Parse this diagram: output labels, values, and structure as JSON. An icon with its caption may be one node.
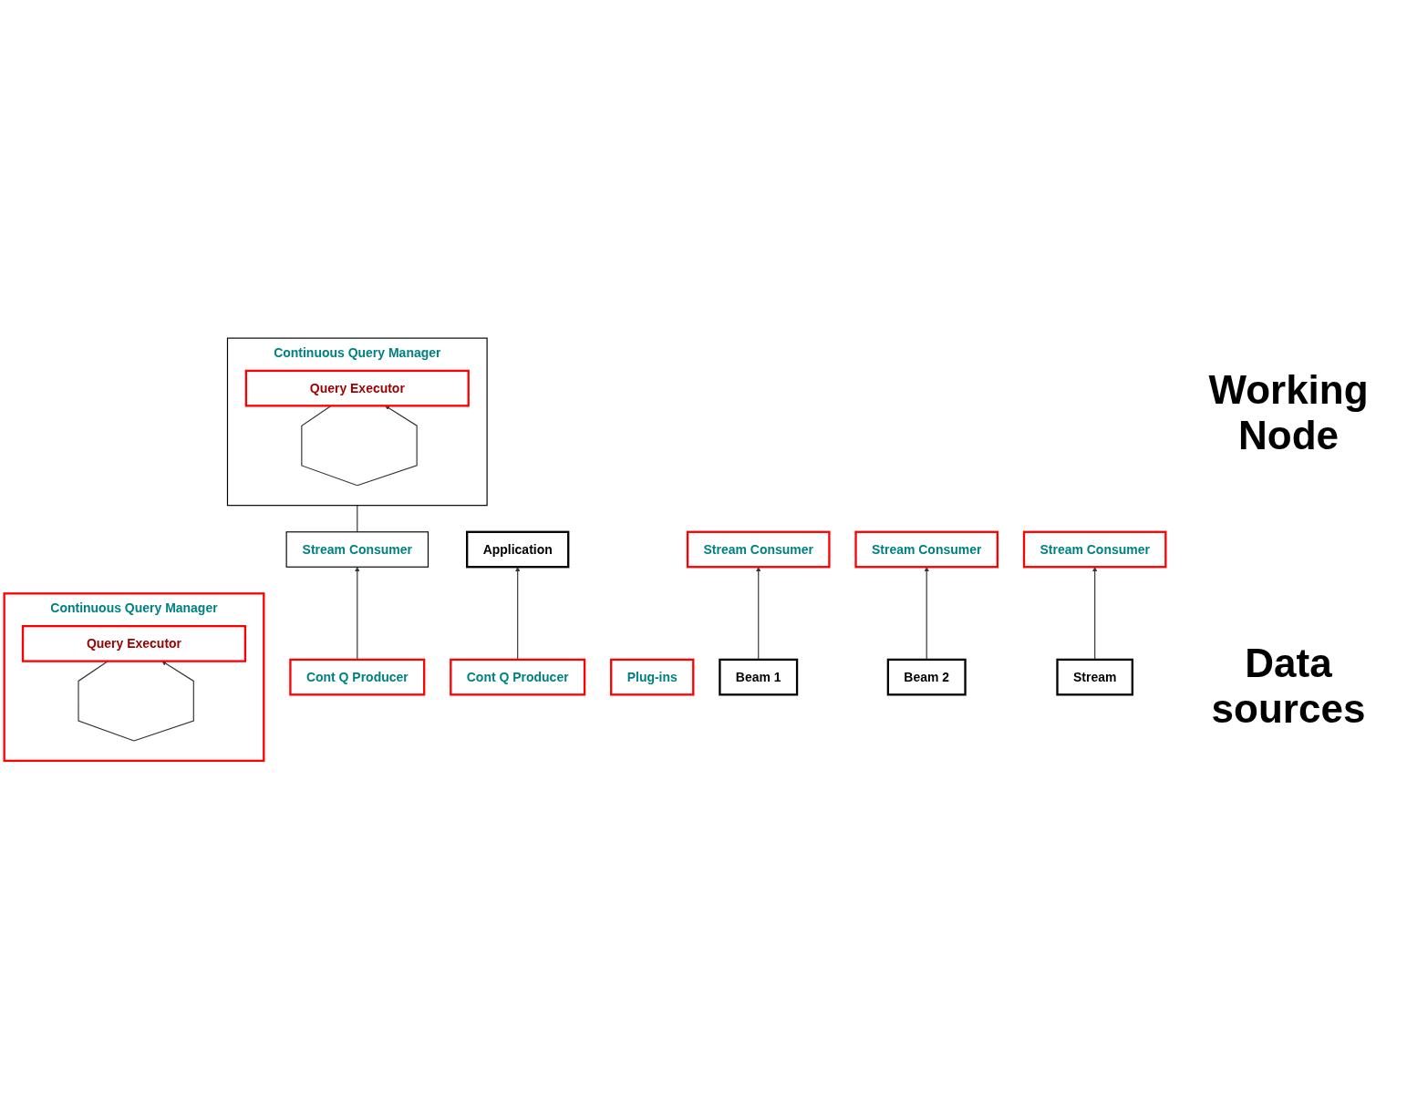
{
  "diagram": {
    "nodes": [
      {
        "text": [
          "Continuous Query Manager"
        ]
      },
      {
        "text": [
          "Query Executor"
        ],
        "in": 0
      },
      {
        "text": [
          "Stream Consumer"
        ]
      },
      {
        "text": [
          "Application"
        ]
      },
      {
        "text": [
          "Cont Q Producer"
        ]
      },
      {
        "text": [
          "Cont Q Producer"
        ]
      },
      {
        "text": [
          "Continuous Query Manager"
        ]
      },
      {
        "text": [
          "Query Executor"
        ],
        "in": 6
      },
      {
        "text": [
          "Plug-ins"
        ]
      },
      {
        "text": [
          "Stream Consumer"
        ]
      },
      {
        "text": [
          "Stream Consumer"
        ]
      },
      {
        "text": [
          "Stream Consumer"
        ]
      },
      {
        "text": [
          "Beam 1"
        ]
      },
      {
        "text": [
          "Beam 2"
        ]
      },
      {
        "text": [
          "Stream"
        ]
      }
    ],
    "edges": [
      {
        "from": 1,
        "to": 1,
        "arrow": "to"
      },
      {
        "from": 2,
        "to": 0,
        "arrow": "none"
      },
      {
        "from": 5,
        "to": 2,
        "arrow": "to"
      },
      {
        "from": 4,
        "to": 3,
        "arrow": "to"
      },
      {
        "from": 7,
        "to": 7,
        "arrow": "to"
      },
      {
        "from": 12,
        "to": 9,
        "arrow": "to"
      },
      {
        "from": 13,
        "to": 10,
        "arrow": "to"
      },
      {
        "from": 14,
        "to": 11,
        "arrow": "to"
      }
    ],
    "labels": [
      "Working Node",
      "Data sources"
    ]
  }
}
